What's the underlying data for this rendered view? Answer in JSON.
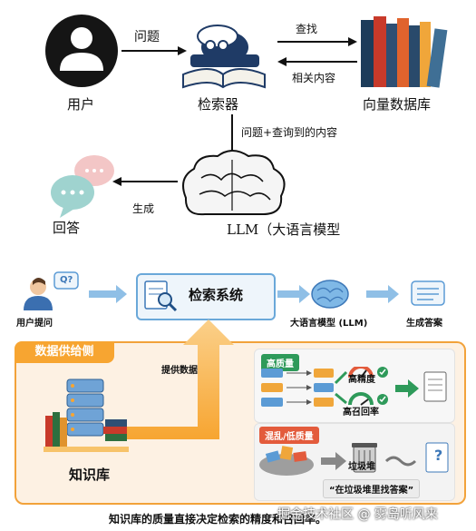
{
  "top": {
    "user": "用户",
    "question": "问题",
    "retriever": "检索器",
    "search": "查找",
    "related": "相关内容",
    "vectordb": "向量数据库",
    "question_plus": "问题+查询到的内容",
    "generate": "生成",
    "answer": "回答",
    "llm": "LLM（大语言模型"
  },
  "bottom": {
    "user_question": "用户提问",
    "search_system": "检索系统",
    "llm": "大语言模型 (LLM)",
    "gen_answer": "生成答案",
    "supply_side": "数据供给侧",
    "provide_data": "提供数据",
    "kb": "知识库",
    "high_quality": "高质量",
    "high_precision": "高精度",
    "high_recall": "高召回率",
    "low_quality": "混乱/低质量",
    "trash": "垃圾堆",
    "trash_quote": "“在垃圾堆里找答案”",
    "footer": "知识库的质量直接决定检索的精度和召回率。",
    "watermark": "掘金技术社区 @ 雾岛听风来",
    "bubble_q": "Q?"
  },
  "colors": {
    "orange": "#f7a531",
    "blue": "#5b9bd5",
    "green": "#2e9a5a",
    "red": "#e35b3c"
  }
}
